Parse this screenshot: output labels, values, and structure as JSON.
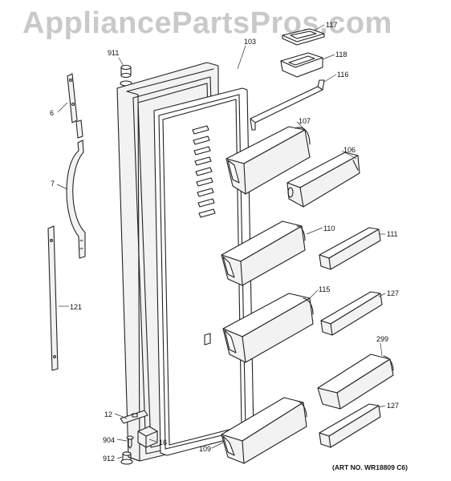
{
  "watermark": "AppliancePartsPros.com",
  "art_number": "(ART NO. WR18809 C6)",
  "callouts": {
    "c6": "6",
    "c7": "7",
    "c121": "121",
    "c911": "911",
    "c103": "103",
    "c117": "117",
    "c118": "118",
    "c116": "116",
    "c107": "107",
    "c106": "106",
    "c110": "110",
    "c111": "111",
    "c115": "115",
    "c127a": "127",
    "c299": "299",
    "c127b": "127",
    "c12": "12",
    "c904": "904",
    "c16": "16",
    "c912": "912",
    "c109": "109"
  }
}
